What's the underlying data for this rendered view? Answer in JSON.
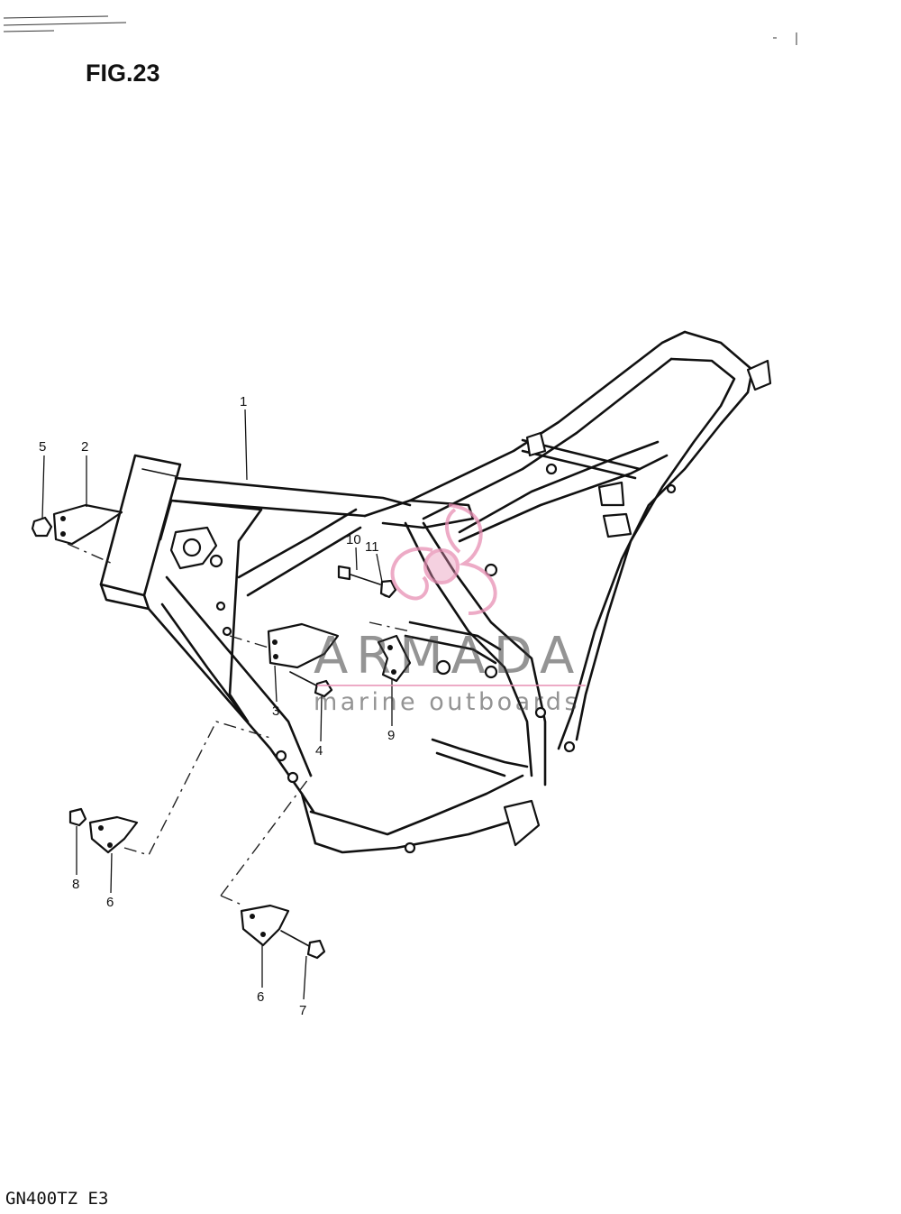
{
  "figure": {
    "title": "FIG.23",
    "model_code": "GN400TZ  E3"
  },
  "watermark": {
    "brand": "ARMADA",
    "tagline": "marine outboards",
    "accent_color": "#e88fb4",
    "text_color": "#3c3c3c"
  },
  "callouts": [
    {
      "id": "1",
      "label": "1"
    },
    {
      "id": "2",
      "label": "2"
    },
    {
      "id": "3",
      "label": "3"
    },
    {
      "id": "4",
      "label": "4"
    },
    {
      "id": "5",
      "label": "5"
    },
    {
      "id": "6a",
      "label": "6"
    },
    {
      "id": "6b",
      "label": "6"
    },
    {
      "id": "7",
      "label": "7"
    },
    {
      "id": "8",
      "label": "8"
    },
    {
      "id": "9",
      "label": "9"
    },
    {
      "id": "10",
      "label": "10"
    },
    {
      "id": "11",
      "label": "11"
    }
  ]
}
